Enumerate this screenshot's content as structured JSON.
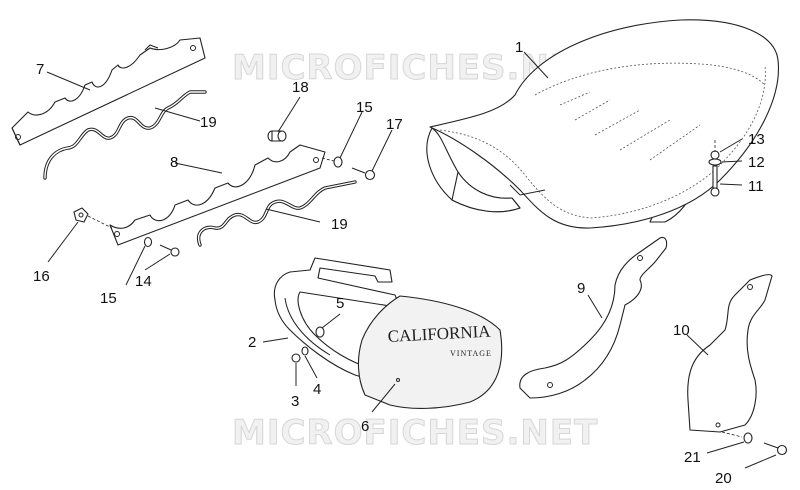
{
  "watermark": {
    "top": "MICROFICHES.NET",
    "bottom": "MICROFICHES.NET"
  },
  "brand": {
    "logo_text": "CALIFORNIA",
    "sub_text": "VINTAGE"
  },
  "callouts": [
    "1",
    "2",
    "3",
    "4",
    "5",
    "6",
    "7",
    "8",
    "9",
    "10",
    "11",
    "12",
    "13",
    "14",
    "15",
    "15",
    "16",
    "17",
    "18",
    "19",
    "19",
    "20",
    "21"
  ]
}
